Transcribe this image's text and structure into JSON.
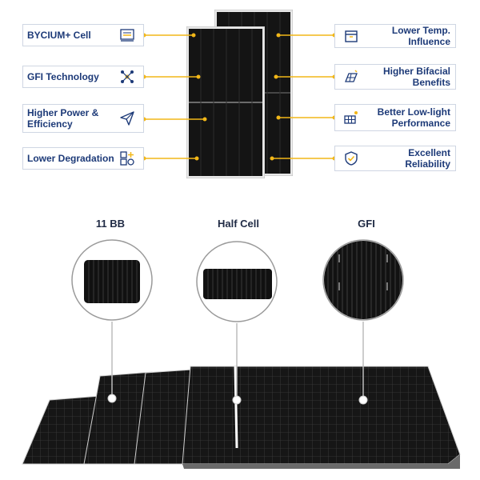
{
  "features_left": [
    {
      "label": "BYCIUM+ Cell",
      "icon": "cell-icon"
    },
    {
      "label": "GFI Technology",
      "icon": "network-icon"
    },
    {
      "label": "Higher Power & Efficiency",
      "icon": "send-arrow-icon"
    },
    {
      "label": "Lower Degradation",
      "icon": "blocks-icon"
    }
  ],
  "features_right": [
    {
      "label": "Lower Temp. Influence",
      "icon": "box-icon"
    },
    {
      "label": "Higher Bifacial Benefits",
      "icon": "bifacial-panel-icon"
    },
    {
      "label": "Better Low-light Performance",
      "icon": "sun-panel-icon"
    },
    {
      "label": "Excellent Reliability",
      "icon": "shield-check-icon"
    }
  ],
  "details": [
    {
      "label": "11 BB"
    },
    {
      "label": "Half Cell"
    },
    {
      "label": "GFI"
    }
  ],
  "colors": {
    "accent": "#f2b718",
    "text": "#1d3a78",
    "panel": "#141414"
  }
}
